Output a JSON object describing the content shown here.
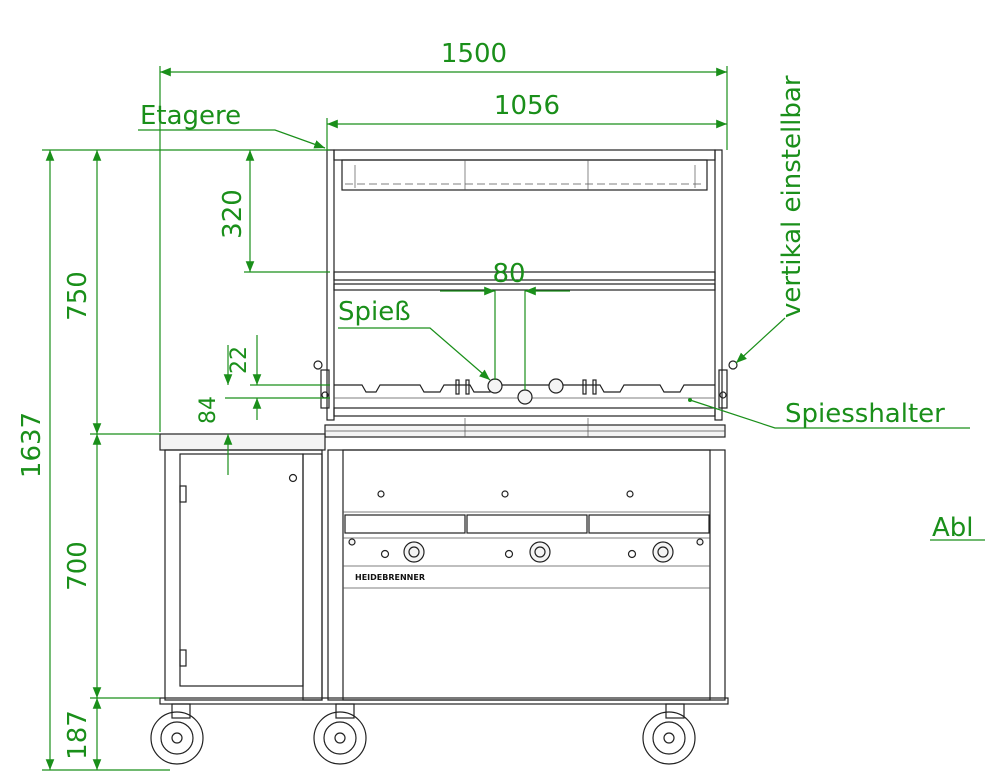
{
  "dimensions": {
    "total_width": "1500",
    "shelf_width": "1056",
    "shelf_height": "320",
    "skewer_spacing": "80",
    "upper_height": "750",
    "total_height": "1637",
    "gap_22": "22",
    "gap_84": "84",
    "cabinet_height": "700",
    "caster_height": "187"
  },
  "labels": {
    "etagere": "Etagere",
    "vertical_adjustable": "vertikal einstellbar",
    "skewer": "Spieß",
    "skewer_holder": "Spiesshalter",
    "shelf_partial": "Abl"
  },
  "brand": "HEIDEBRENNER",
  "colors": {
    "dimension": "#1a8f1a",
    "outline": "#222222"
  }
}
